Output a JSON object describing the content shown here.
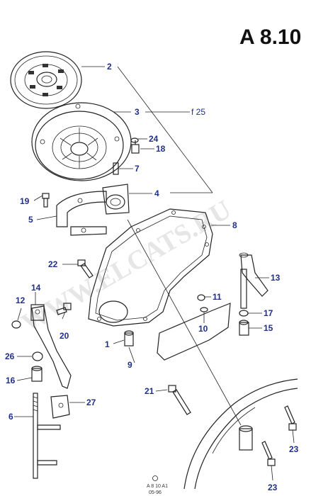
{
  "title": "A 8.10",
  "watermark": "WWW.ELCATS.RU",
  "footer": {
    "line1": "A 8 10 A1",
    "line2": "05-96"
  },
  "callouts": [
    {
      "id": "2",
      "ref": ""
    },
    {
      "id": "3",
      "ref": "f 25"
    },
    {
      "id": "24",
      "ref": ""
    },
    {
      "id": "18",
      "ref": ""
    },
    {
      "id": "7",
      "ref": ""
    },
    {
      "id": "4",
      "ref": ""
    },
    {
      "id": "19",
      "ref": ""
    },
    {
      "id": "5",
      "ref": ""
    },
    {
      "id": "8",
      "ref": ""
    },
    {
      "id": "22",
      "ref": ""
    },
    {
      "id": "13",
      "ref": ""
    },
    {
      "id": "11",
      "ref": ""
    },
    {
      "id": "17",
      "ref": ""
    },
    {
      "id": "10",
      "ref": ""
    },
    {
      "id": "15",
      "ref": ""
    },
    {
      "id": "12",
      "ref": ""
    },
    {
      "id": "14",
      "ref": ""
    },
    {
      "id": "20",
      "ref": ""
    },
    {
      "id": "26",
      "ref": ""
    },
    {
      "id": "1",
      "ref": ""
    },
    {
      "id": "9",
      "ref": ""
    },
    {
      "id": "16",
      "ref": ""
    },
    {
      "id": "21",
      "ref": ""
    },
    {
      "id": "27",
      "ref": ""
    },
    {
      "id": "6",
      "ref": ""
    },
    {
      "id": "23",
      "ref": ""
    },
    {
      "id": "23",
      "ref": ""
    }
  ]
}
